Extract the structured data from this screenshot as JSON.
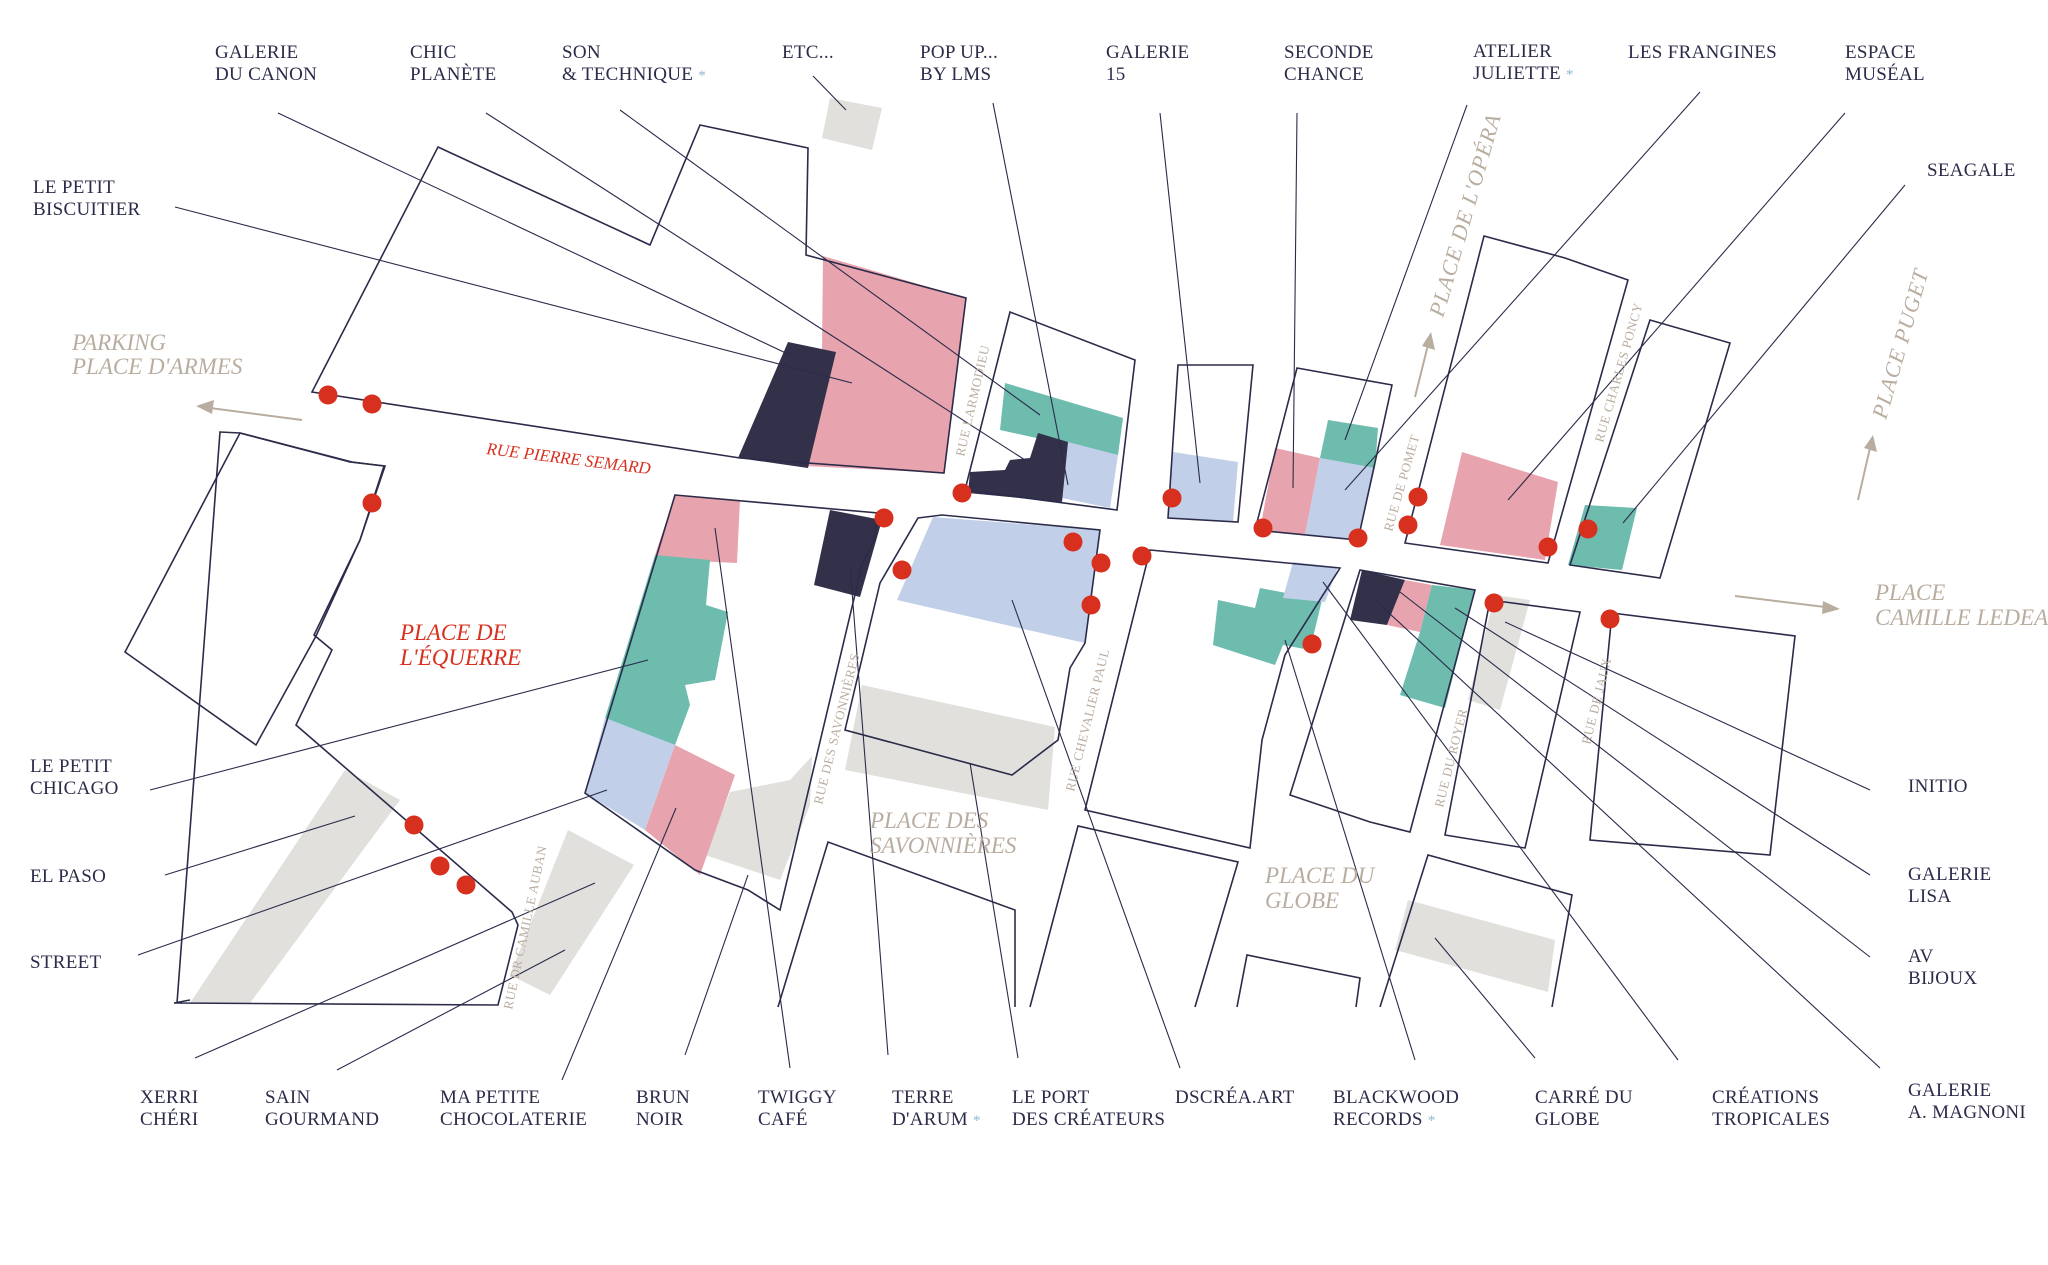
{
  "colors": {
    "pink": "#e8a4ae",
    "teal": "#6dbcae",
    "blue": "#c1cfe9",
    "navy": "#33304a",
    "grey": "#e1e0dd",
    "red": "#d7301f",
    "street_label": "#b9ada0",
    "ink": "#2b2b4a"
  },
  "top_labels": [
    [
      "GALERIE",
      "DU CANON"
    ],
    [
      "CHIC",
      "PLANÈTE"
    ],
    [
      "SON",
      "& TECHNIQUE"
    ],
    [
      "ETC..."
    ],
    [
      "POP UP...",
      "BY LMS"
    ],
    [
      "GALERIE",
      "15"
    ],
    [
      "SECONDE",
      "CHANCE"
    ],
    [
      "ATELIER",
      "JULIETTE"
    ],
    [
      "LES FRANGINES"
    ],
    [
      "ESPACE",
      "MUSÉAL"
    ],
    [
      "SEAGALE"
    ]
  ],
  "left_labels": [
    [
      "LE PETIT",
      "BISCUITIER"
    ],
    [
      "LE PETIT",
      "CHICAGO"
    ],
    [
      "EL PASO"
    ],
    [
      "STREET"
    ]
  ],
  "right_labels": [
    [
      "INITIO"
    ],
    [
      "GALERIE",
      "LISA"
    ],
    [
      "AV",
      "BIJOUX"
    ],
    [
      "GALERIE",
      "A. MAGNONI"
    ]
  ],
  "bottom_labels": [
    [
      "XERRI",
      "CHÉRI"
    ],
    [
      "SAIN",
      "GOURMAND"
    ],
    [
      "MA PETITE",
      "CHOCOLATERIE"
    ],
    [
      "BRUN",
      "NOIR"
    ],
    [
      "TWIGGY",
      "CAFÉ"
    ],
    [
      "TERRE",
      "D'ARUM"
    ],
    [
      "LE PORT",
      "DES CRÉATEURS"
    ],
    [
      "DSCRÉA.ART"
    ],
    [
      "BLACKWOOD",
      "RECORDS"
    ],
    [
      "CARRÉ DU",
      "GLOBE"
    ],
    [
      "CRÉATIONS",
      "TROPICALES"
    ]
  ],
  "star_symbol": "*",
  "places": {
    "parking": [
      "PARKING",
      "PLACE D'ARMES"
    ],
    "equerre": [
      "PLACE DE",
      "L'ÉQUERRE"
    ],
    "savonnieres": [
      "PLACE DES",
      "SAVONNIÈRES"
    ],
    "globe": [
      "PLACE DU",
      "GLOBE"
    ],
    "camille": [
      "PLACE",
      "CAMILLE LEDEAU"
    ],
    "opera": "PLACE DE L'OPÉRA",
    "puget": "PLACE PUGET"
  },
  "streets": {
    "pierre_semard": "RUE PIERRE SEMARD",
    "larmodieu": "RUE LARMODIEU",
    "savonnieres": "RUE DES SAVONNIÈRES",
    "chevalier_paul": "RUE CHEVALIER PAUL",
    "camille_auban": "RUE DR CAMILLE AUBAN",
    "pomet": "RUE DE POMET",
    "charles_poncy": "RUE CHARLES PONCY",
    "royer": "RUE DU ROYER",
    "jaux": "RUE DE JAUX"
  }
}
